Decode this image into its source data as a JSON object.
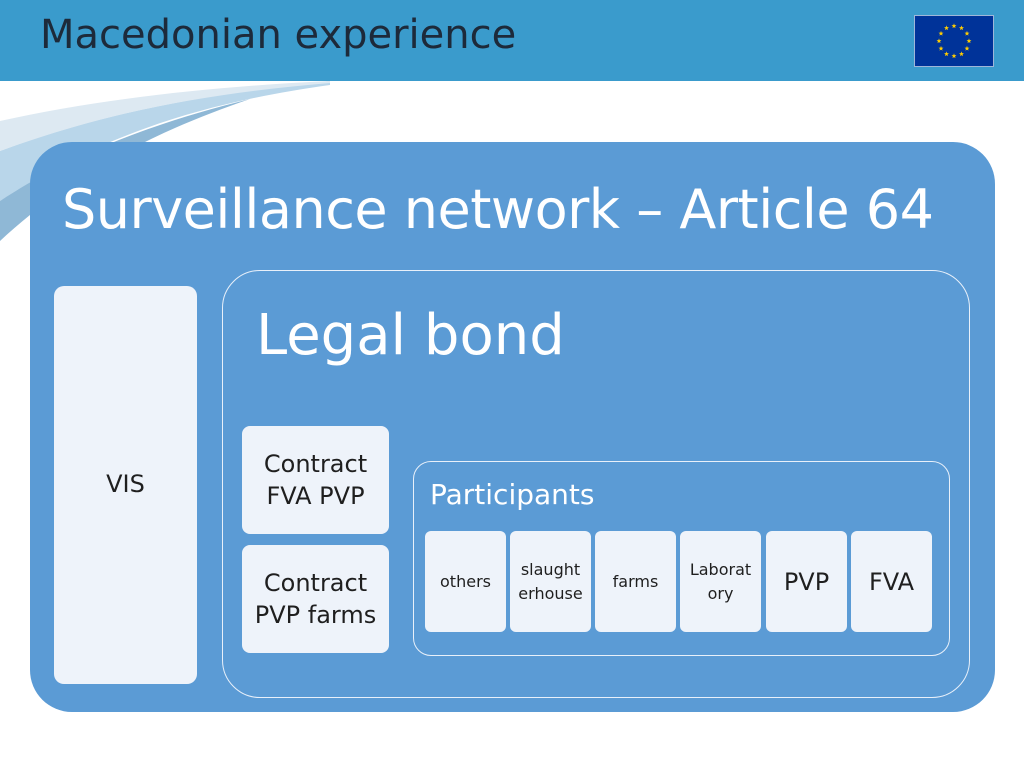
{
  "header": {
    "title": "Macedonian experience",
    "flag": "eu-flag-icon"
  },
  "diagram": {
    "title": "Surveillance network – Article 64",
    "vis": "VIS",
    "legal_bond": {
      "title": "Legal bond",
      "contracts": [
        "Contract FVA PVP",
        "Contract PVP farms"
      ],
      "participants": {
        "title": "Participants",
        "items": [
          "others",
          "slaughterhouse",
          "farms",
          "Laboratory",
          "PVP",
          "FVA"
        ]
      }
    }
  },
  "colors": {
    "header_bar": "#3a9bcc",
    "panel": "#5b9bd5",
    "box": "#eef3fa",
    "eu_blue": "#003399",
    "eu_star": "#ffcc00"
  }
}
